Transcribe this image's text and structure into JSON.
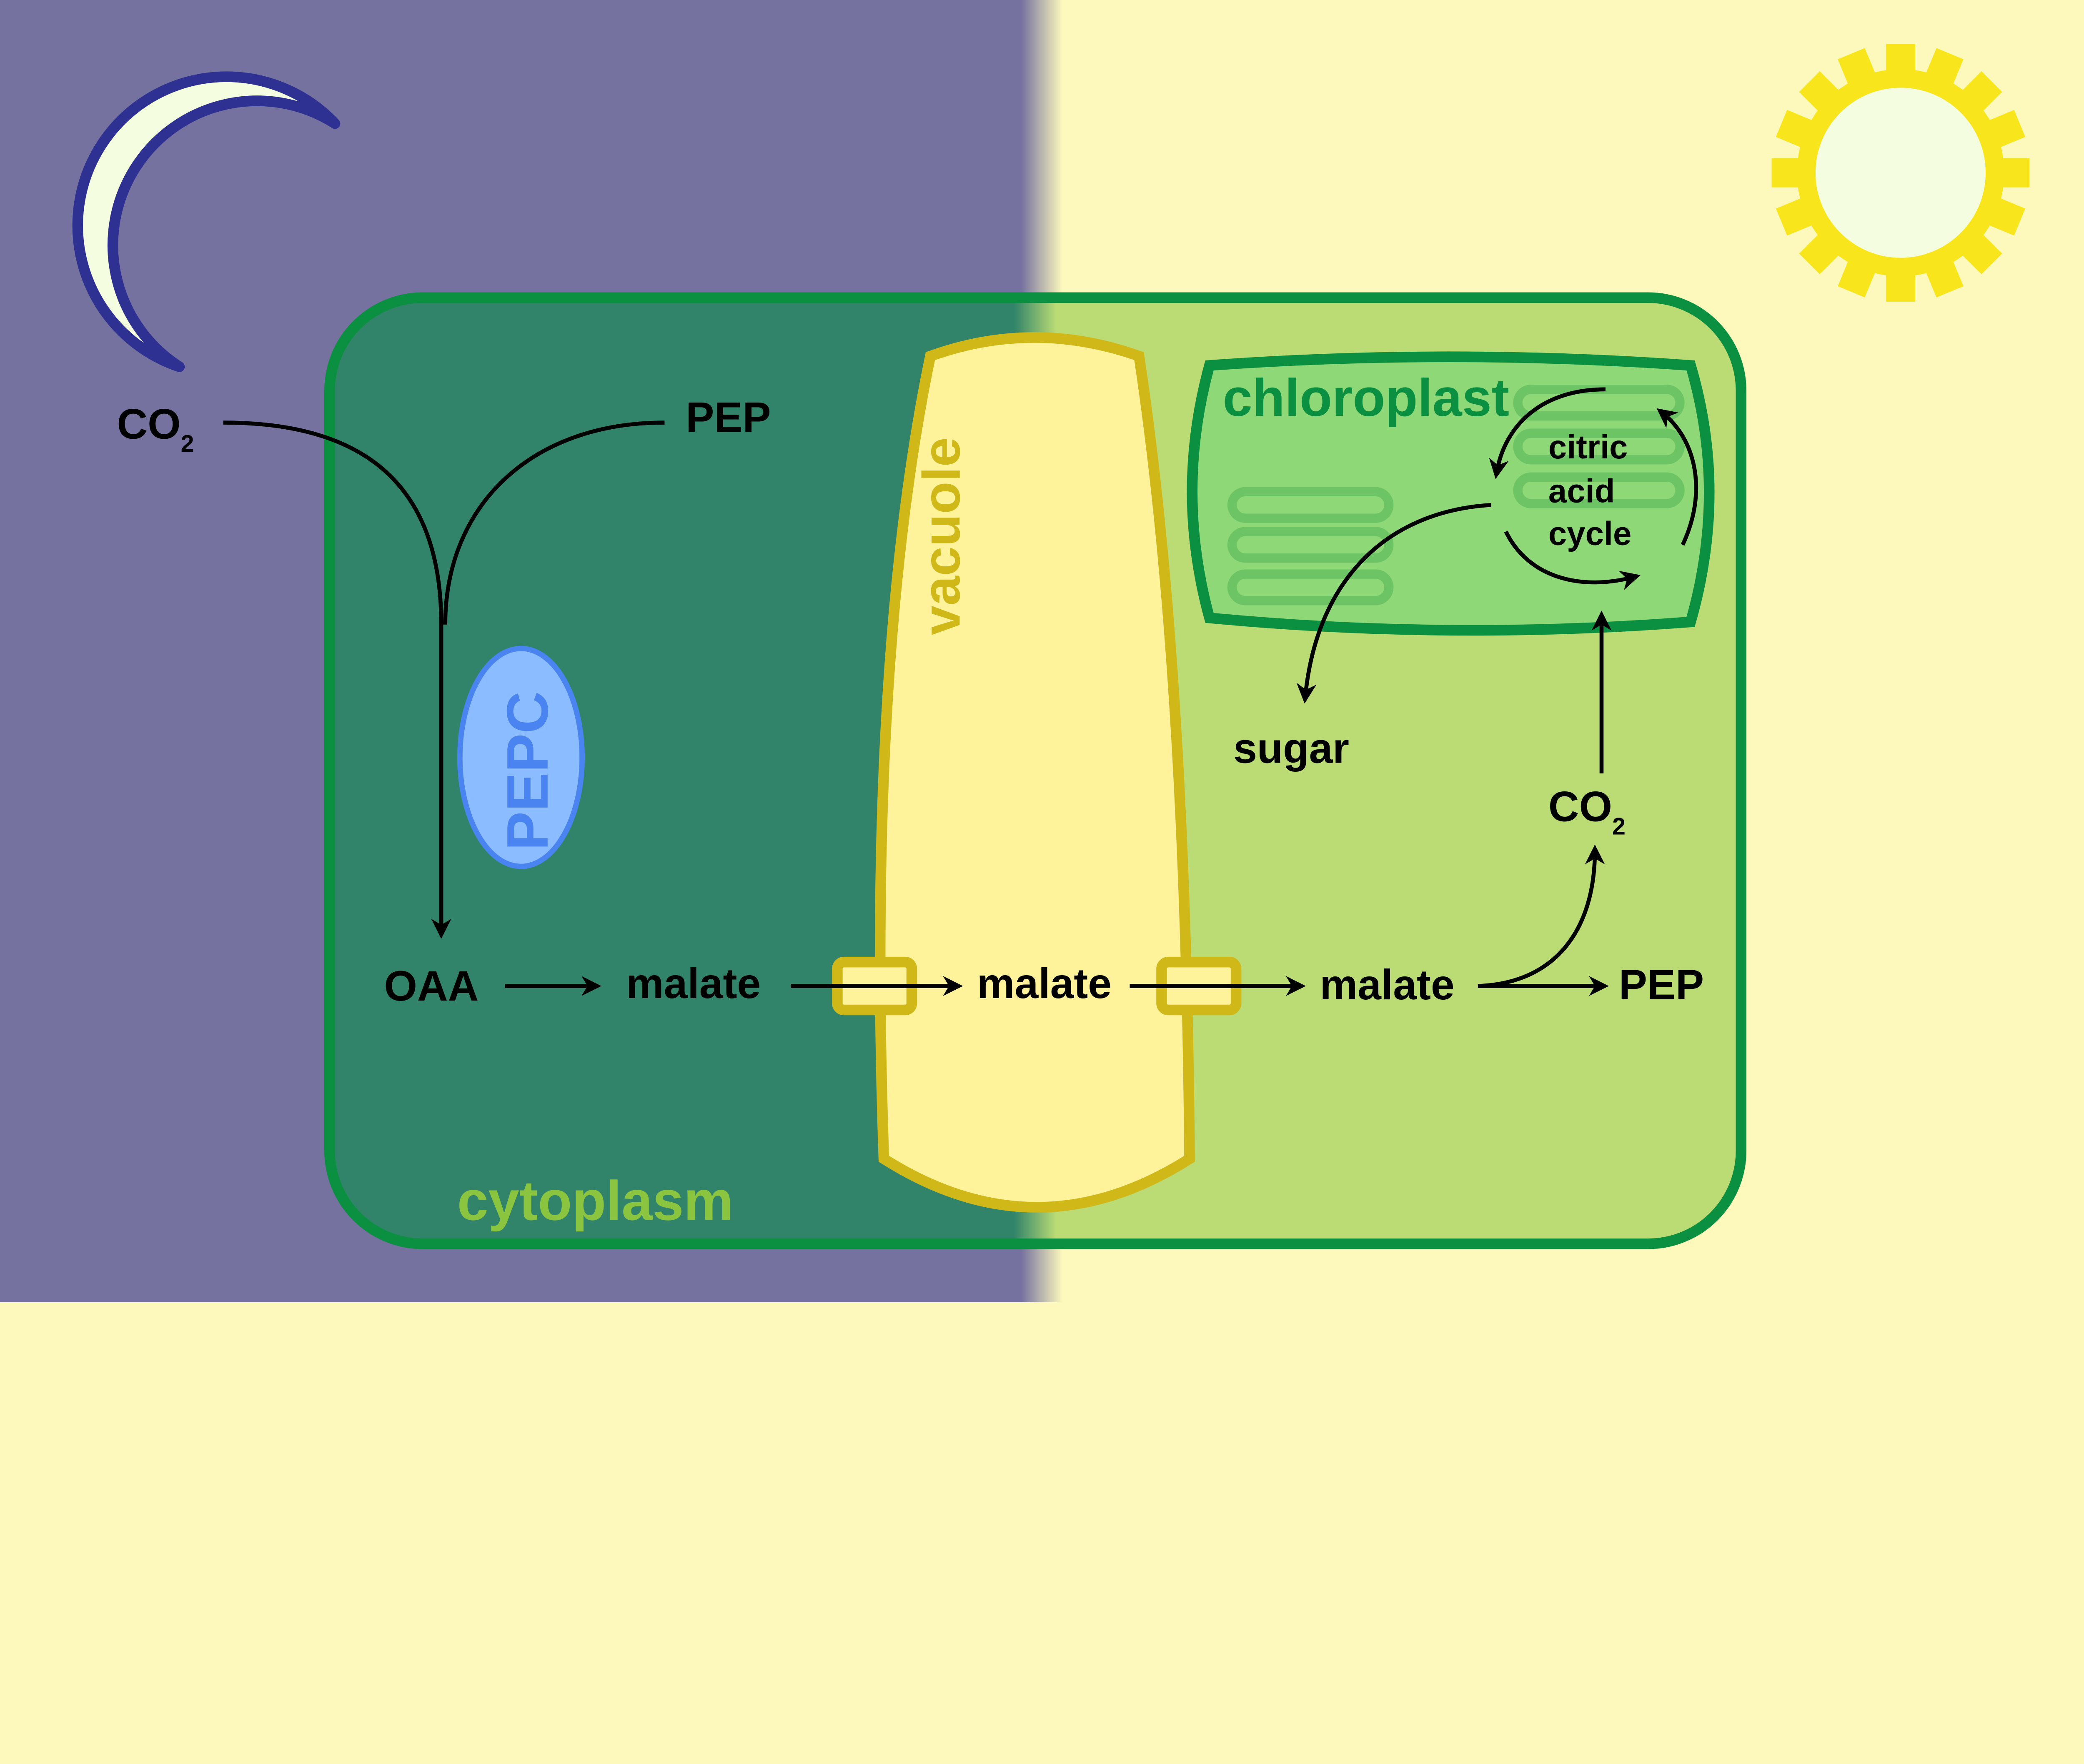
{
  "labels": {
    "co2_left": "CO",
    "co2_left_sub": "2",
    "pep_top": "PEP",
    "pepc": "PEPC",
    "oaa": "OAA",
    "malate_1": "malate",
    "malate_2": "malate",
    "malate_3": "malate",
    "pep_right": "PEP",
    "co2_right": "CO",
    "co2_right_sub": "2",
    "sugar": "sugar",
    "citric": "citric",
    "acid": "acid",
    "cycle": "cycle",
    "vacuole": "vacuole",
    "chloroplast": "chloroplast",
    "cytoplasm": "cytoplasm"
  },
  "colors": {
    "night": "#7572a0",
    "day": "#fdf9bd",
    "cytoplasm_night": "#31846a",
    "cytoplasm_day": "#bbdb74",
    "cell_wall": "#0a9040",
    "vacuole_fill": "#fef39b",
    "vacuole_stroke": "#cfb818",
    "chloroplast_fill": "#8fd878",
    "thylakoid": "#6cc464",
    "pepc_fill": "#8bbcff",
    "pepc_stroke": "#4a84f0",
    "moon_fill": "#f4fddf",
    "moon_stroke": "#2e3192",
    "sun": "#f8e51c"
  },
  "icons": {
    "night": "moon-icon",
    "day": "sun-icon"
  }
}
